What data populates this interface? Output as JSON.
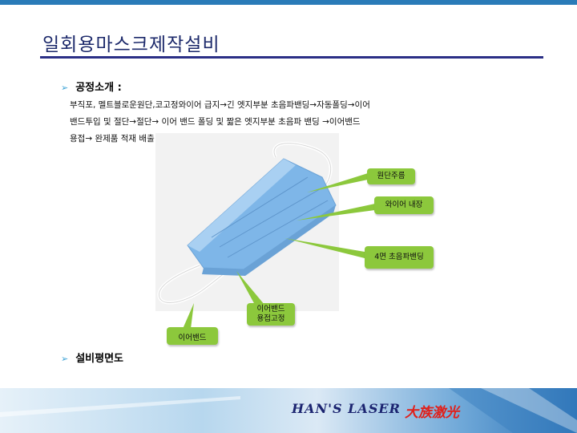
{
  "slide": {
    "title": "일회용마스크제작설비",
    "colors": {
      "title": "#1d2a6b",
      "accent_bar": "#2a7bb8",
      "callout": "#8cc83c",
      "logo_red": "#e0201b"
    }
  },
  "section1": {
    "heading": "공정소개 :",
    "description": "부직포, 멜트블로운원단,코고정와이어 급지→긴 엣지부분 초음파밴딩→자동폴딩→이어\n밴드투입 및 절단→절단→ 이어 밴드 폴딩 및 짧은 엣지부분 초음파 밴딩 →이어밴드\n용접→ 완제품 적재 배출"
  },
  "callouts": [
    {
      "label": "원단주름"
    },
    {
      "label": "와이어 내장"
    },
    {
      "label": "4면 초음파밴딩"
    },
    {
      "label": "이어밴드\n용접고정"
    },
    {
      "label": "이어밴드"
    }
  ],
  "section2": {
    "heading": "설비평면도"
  },
  "footer": {
    "logo_en": "HAN'S LASER",
    "logo_cn": "大族激光"
  }
}
